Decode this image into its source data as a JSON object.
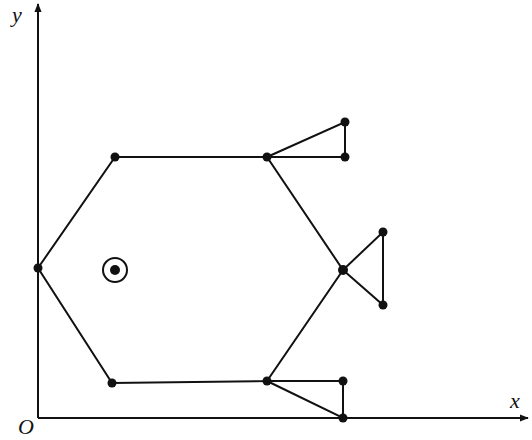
{
  "diagram": {
    "labels": [
      "y",
      "O",
      "x"
    ]
  }
}
